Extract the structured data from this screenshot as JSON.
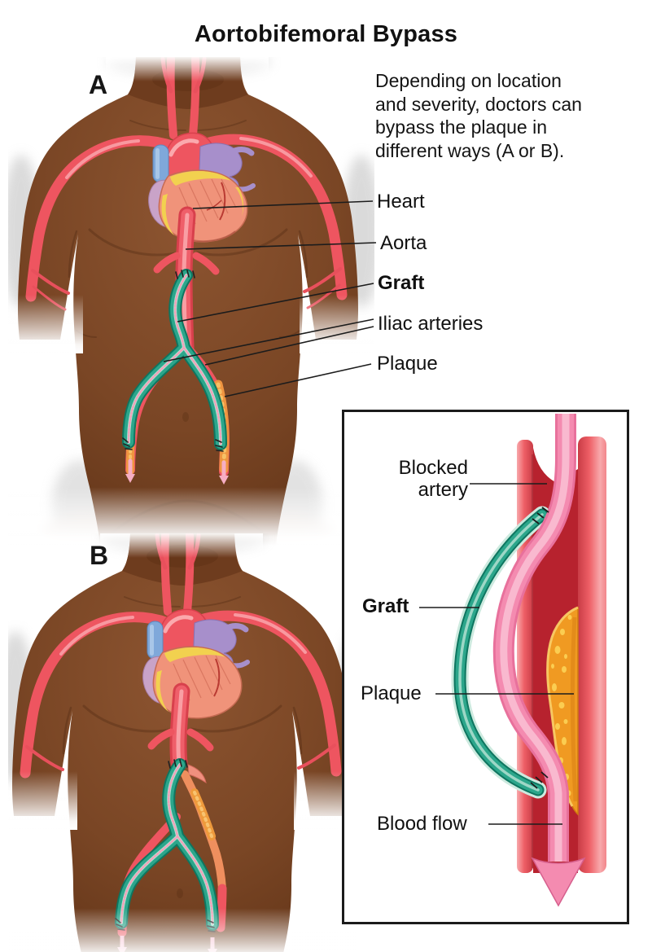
{
  "title": "Aortobifemoral Bypass",
  "intro": {
    "lines": [
      "Depending on location",
      "and severity, doctors can",
      "bypass the plaque in",
      "different ways (A or B)."
    ]
  },
  "figure_a": {
    "label": "A"
  },
  "figure_b": {
    "label": "B"
  },
  "labels": {
    "heart": "Heart",
    "aorta": "Aorta",
    "graft": "Graft",
    "iliac_arteries": "Iliac arteries",
    "plaque": "Plaque"
  },
  "inset": {
    "blocked_artery": {
      "line1": "Blocked",
      "line2": "artery"
    },
    "graft": "Graft",
    "plaque": "Plaque",
    "blood_flow": "Blood flow"
  },
  "colors": {
    "background": "#ffffff",
    "skin": "#7a4625",
    "artery_red": "#ee5560",
    "artery_dark": "#d8404c",
    "artery_highlight": "#f9a6ab",
    "graft_teal": "#2ca68b",
    "graft_dark": "#0e7660",
    "graft_light": "#bfe8da",
    "graft_suture_pink": "#f2a0b8",
    "plaque_orange": "#f09a22",
    "plaque_speckle": "#fcd255",
    "artery_lumen_dark": "#b7222e",
    "vessel_wall_light": "#f7a6a8",
    "blood_flow_pink": "#f48bb0",
    "heart_muscle": "#f0937a",
    "heart_fat_yellow": "#f2d14f",
    "pulmonary_purple": "#a78fcb",
    "vena_cava_blue": "#7fa8da",
    "label_text": "#111111",
    "inset_border": "#1b1b1b",
    "leader_line": "#1c1c1c"
  }
}
